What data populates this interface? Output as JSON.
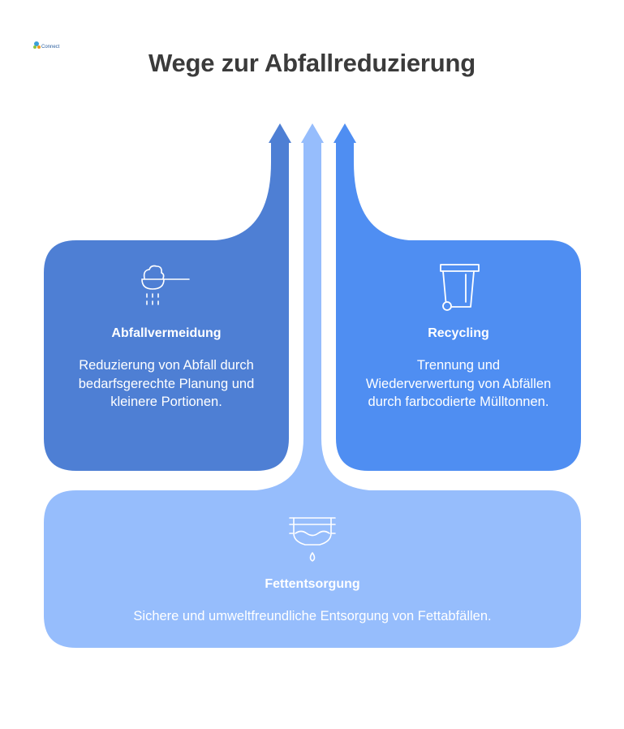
{
  "title": "Wege zur Abfallreduzierung",
  "logo_text": "Connect",
  "colors": {
    "left_card": "#4e7fd4",
    "right_card": "#4f8ef2",
    "bottom_card": "#96bdfc",
    "title": "#3b3b3b",
    "text": "#ffffff"
  },
  "cards": {
    "left": {
      "icon": "scoop-icon",
      "heading": "Abfallvermeidung",
      "description": "Reduzierung von Abfall durch bedarfsgerechte Planung und kleinere Portionen."
    },
    "right": {
      "icon": "trash-bin-icon",
      "heading": "Recycling",
      "description": "Trennung und Wiederverwertung von Abfällen durch farbcodierte Mülltonnen."
    },
    "bottom": {
      "icon": "grease-trap-icon",
      "heading": "Fettentsorgung",
      "description": "Sichere und umweltfreundliche Entsorgung von Fettabfällen."
    }
  }
}
